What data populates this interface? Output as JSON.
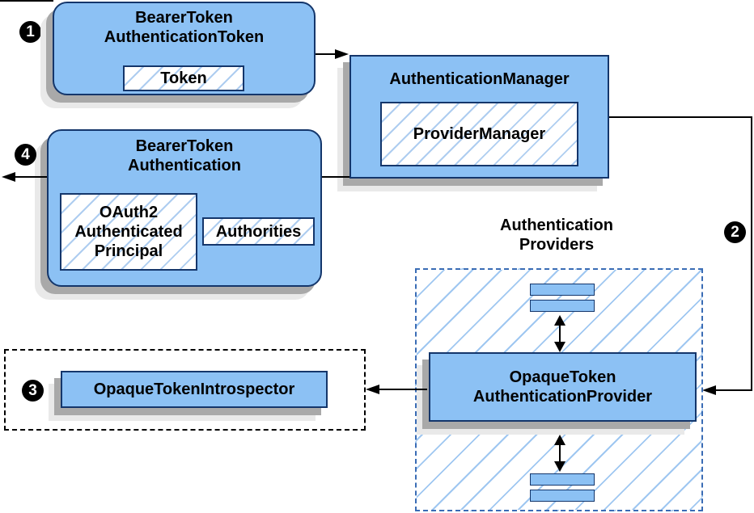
{
  "steps": {
    "one": "1",
    "two": "2",
    "three": "3",
    "four": "4"
  },
  "boxes": {
    "bearer_token_authentication_token": {
      "title": "BearerToken\nAuthenticationToken",
      "token_label": "Token"
    },
    "authentication_manager": {
      "title": "AuthenticationManager",
      "provider_manager_label": "ProviderManager"
    },
    "bearer_token_authentication": {
      "title": "BearerToken\nAuthentication",
      "principal_label": "OAuth2\nAuthenticated\nPrincipal",
      "authorities_label": "Authorities"
    },
    "providers": {
      "group_label": "Authentication\nProviders",
      "provider_label": "OpaqueToken\nAuthenticationProvider"
    },
    "introspector": {
      "label": "OpaqueTokenIntrospector"
    }
  },
  "colors": {
    "box_fill": "#8cc1f4",
    "box_border": "#14366b",
    "hatch_line": "#aecdf0",
    "container_hatch_line": "#9fc7f1",
    "providers_dash_border": "#3a6cb5",
    "introspector_dash_border": "#000000",
    "flow_line": "#000000",
    "shadow_dark": "#a9a9a9",
    "shadow_light": "#e9e9e9"
  }
}
